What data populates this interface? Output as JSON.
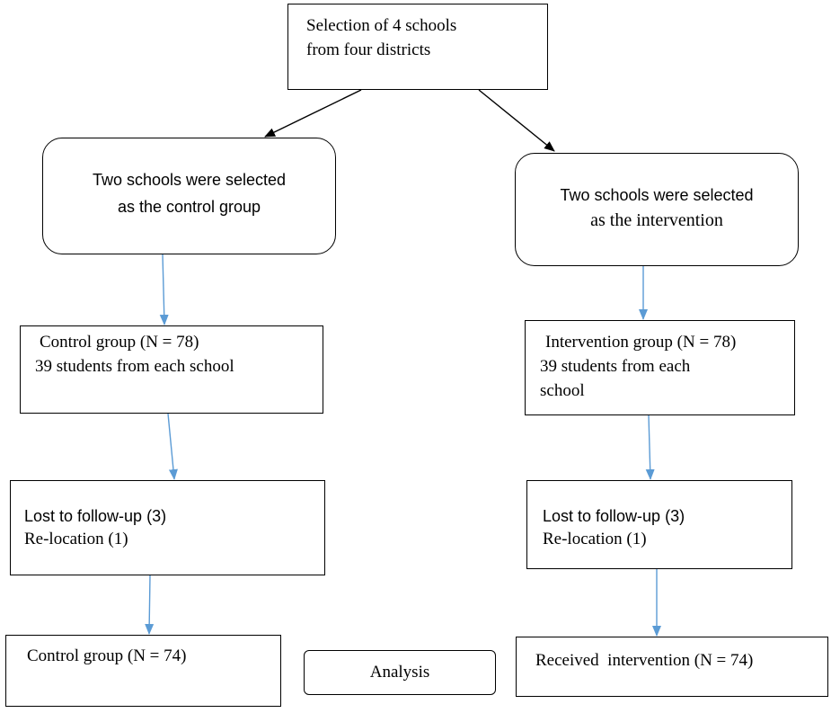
{
  "top": {
    "lines": [
      "Selection of 4 schools",
      "from four districts"
    ]
  },
  "control": {
    "selected_lines": [
      "Two schools were selected",
      "as the control group"
    ],
    "group_lines": [
      "Control group (N = 78)",
      "39 students from each school"
    ],
    "lost_lines": [
      "Lost to follow-up (3)",
      "Re-location (1)"
    ],
    "final_label": "Control group (N = 74)"
  },
  "intervention": {
    "selected_line1": "Two schools were selected",
    "selected_line2": "as the intervention",
    "group_lines": [
      "Intervention group (N = 78)",
      "39 students from each",
      "school"
    ],
    "lost_lines": [
      "Lost to follow-up (3)",
      "Re-location (1)"
    ],
    "final_label": "Received  intervention (N = 74)"
  },
  "analysis": {
    "label": "Analysis"
  },
  "colors": {
    "box_border": "#000000",
    "black_arrow": "#000000",
    "blue_arrow": "#5b9bd5"
  }
}
